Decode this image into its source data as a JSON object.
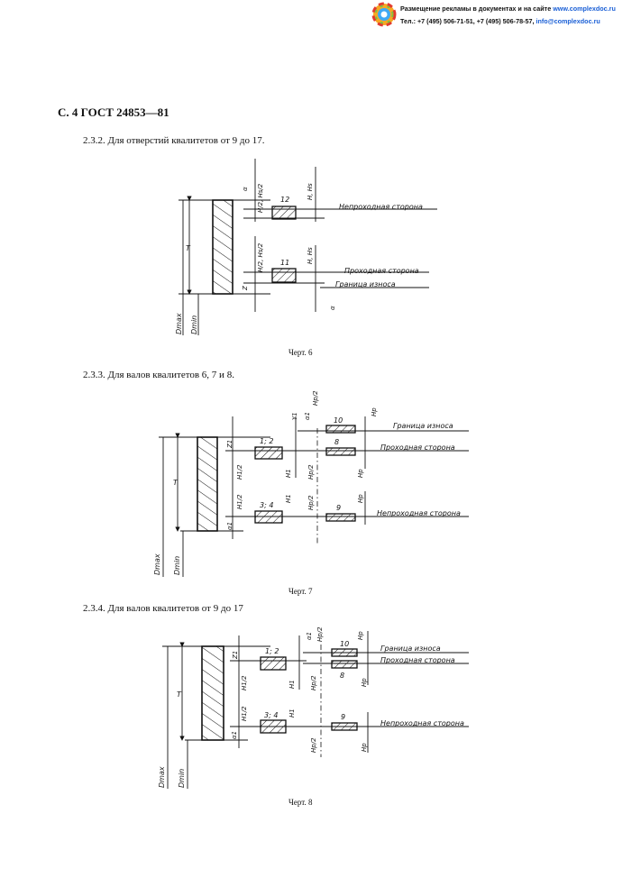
{
  "ad": {
    "line1_text": "Размещение рекламы в документах и на сайте ",
    "line1_link": "www.complexdoc.ru",
    "line2_text": "Тел.: +7 (495) 506-71-51, +7 (495) 506-78-57, ",
    "line2_link": "info@complexdoc.ru"
  },
  "page": {
    "header": "С. 4  ГОСТ 24853—81"
  },
  "sections": [
    {
      "heading": "2.3.2. Для отверстий квалитетов от 9 до 17.",
      "caption": "Черт. 6"
    },
    {
      "heading": "2.3.3. Для валов квалитетов 6, 7 и 8.",
      "caption": "Черт. 7"
    },
    {
      "heading": "2.3.4. Для валов квалитетов от 9 до 17",
      "caption": "Черт. 8"
    }
  ],
  "fig6": {
    "labels": {
      "T": "T",
      "Z": "Z",
      "alpha_top": "α",
      "alpha_bot": "α",
      "h_top": "H/2, Hs/2",
      "h_top_right": "H, Hs",
      "h_mid": "H/2, Hs/2",
      "h_mid_right": "H, Hs",
      "n12": "12",
      "n11": "11",
      "Dmax": "Dmax",
      "Dmin": "Dmin"
    },
    "lines": {
      "no_go": "Непроходная сторона",
      "go": "Проходная сторона",
      "wear": "Граница износа"
    }
  },
  "fig7": {
    "labels": {
      "T": "T",
      "Z1": "Z1",
      "alpha1": "α1",
      "Y1": "Y1",
      "alpha1_top": "α1",
      "Hp2_top": "Hp/2",
      "Hp_top": "Hp",
      "H1_2_a": "H1/2",
      "H1_a": "H1",
      "Hp2_a": "Hp/2",
      "Hp_a": "Hp",
      "H1_2_b": "H1/2",
      "H1_b": "H1",
      "Hp2_b": "Hp/2",
      "Hp_b": "Hp",
      "n12": "1; 2",
      "n34": "3; 4",
      "n10": "10",
      "n8": "8",
      "n9": "9",
      "Dmax": "Dmax",
      "Dmin": "Dmin"
    },
    "lines": {
      "wear": "Граница износа",
      "go": "Проходная сторона",
      "no_go": "Непроходная сторона"
    }
  },
  "fig8": {
    "labels": {
      "T": "T",
      "Z1": "Z1",
      "alpha1": "α1",
      "alpha1_top": "α1",
      "Hp2_top": "Hp/2",
      "Hp_top": "Hp",
      "H1_2_a": "H1/2",
      "H1_a": "H1",
      "Hp2_a": "Hp/2",
      "Hp_a": "Hp",
      "H1_2_b": "H1/2",
      "H1_b": "H1",
      "Hp2_b": "Hp/2",
      "Hp_b": "Hp",
      "n12": "1; 2",
      "n34": "3; 4",
      "n10": "10",
      "n8": "8",
      "n9": "9",
      "Dmax": "Dmax",
      "Dmin": "Dmin"
    },
    "lines": {
      "wear": "Граница износа",
      "go": "Проходная сторона",
      "no_go": "Непроходная сторона"
    }
  }
}
